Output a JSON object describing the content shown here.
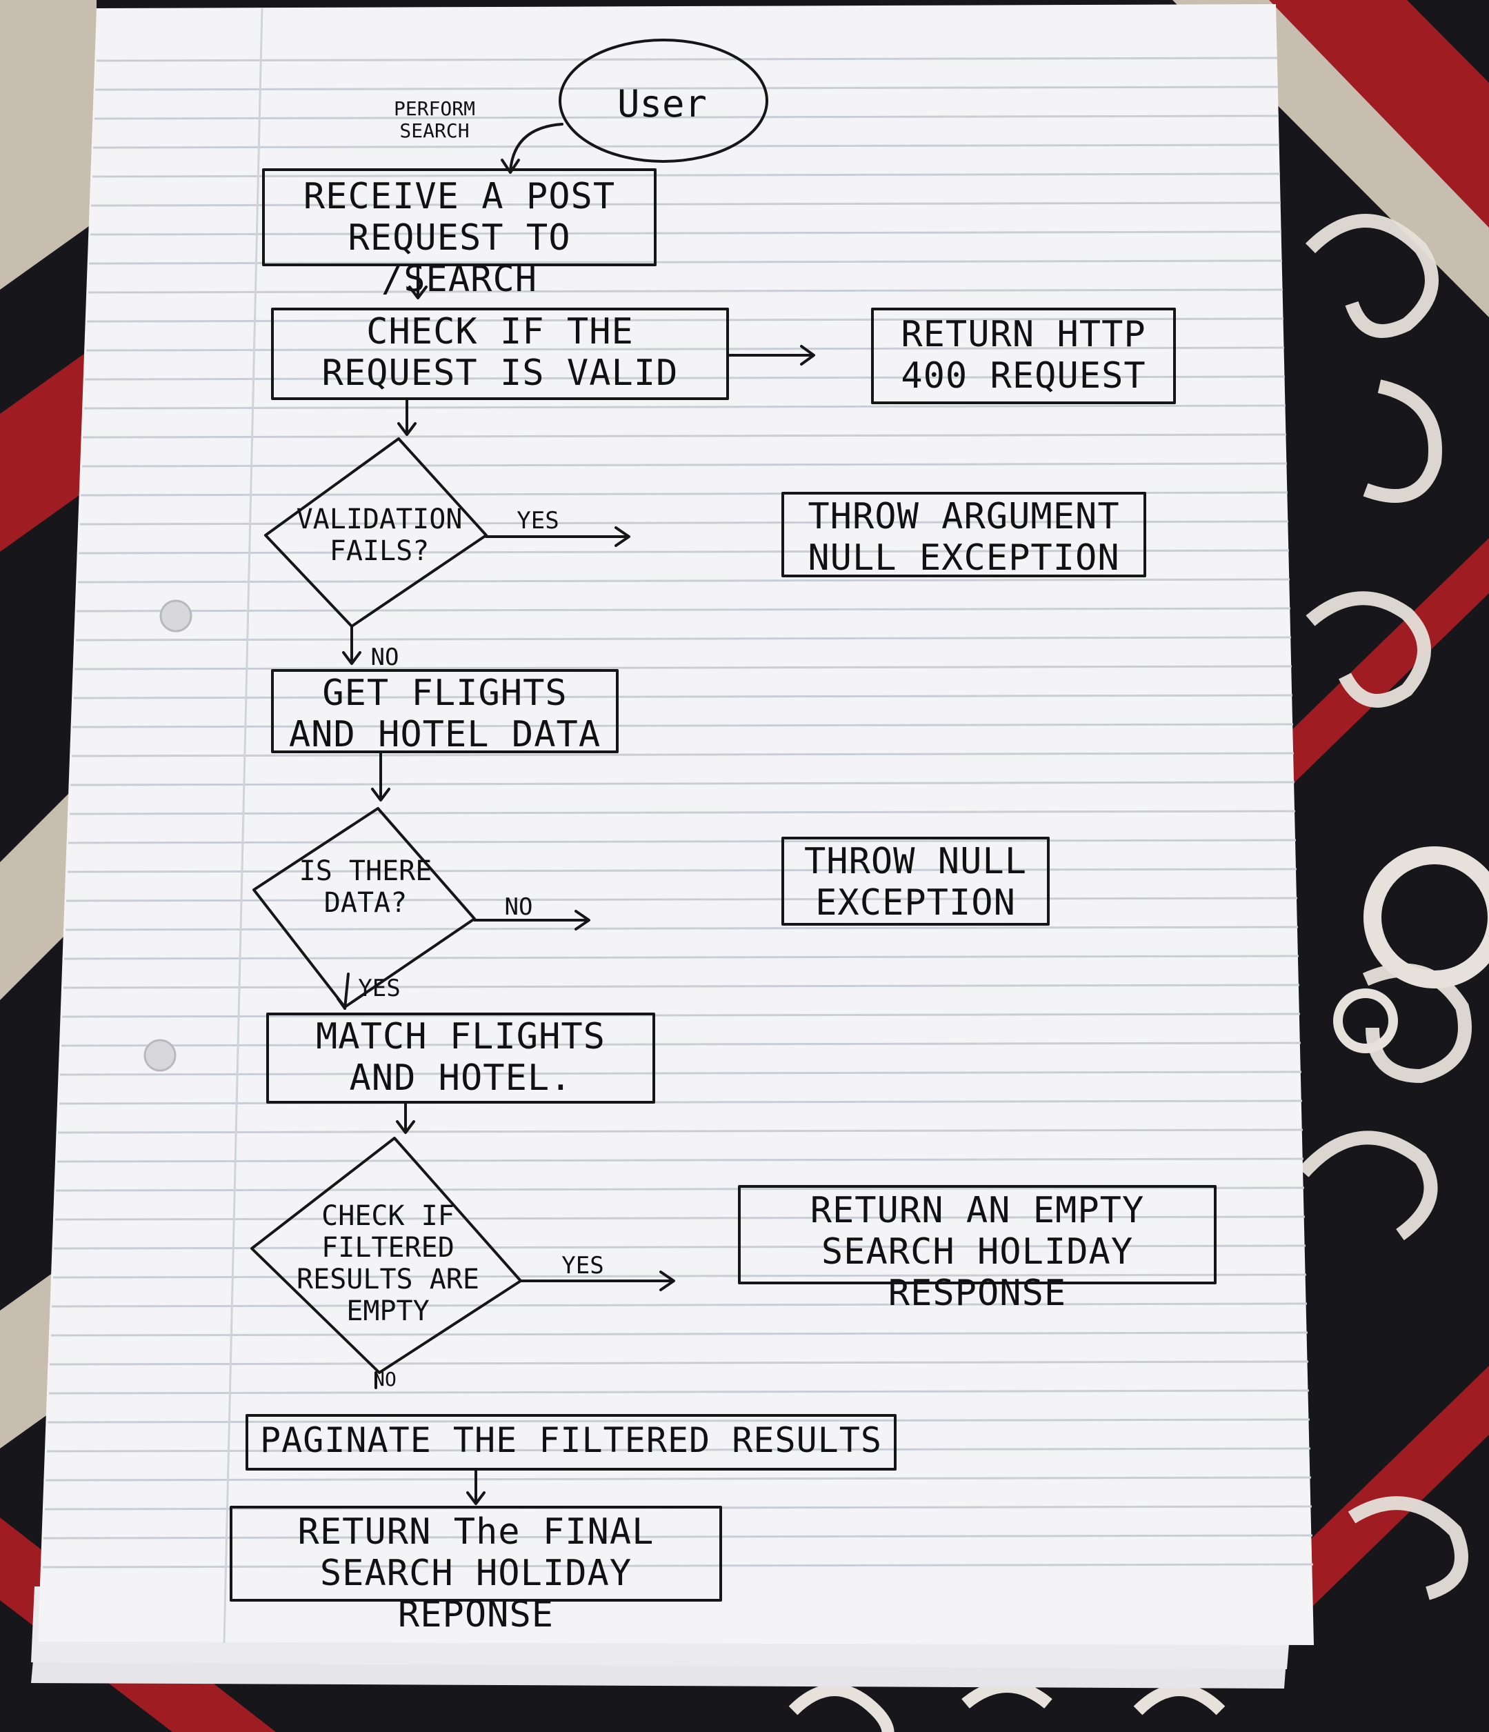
{
  "diagram": {
    "start_node": "User",
    "start_arrow_label": "PERFORM SEARCH",
    "steps": {
      "receive": "RECEIVE A POST REQUEST TO /SEARCH",
      "check_valid": "CHECK IF THE REQUEST IS VALID",
      "return_400": "RETURN HTTP 400 REQUEST",
      "validation_fails": "VALIDATION FAILS?",
      "throw_arg_null": "THROW ARGUMENT NULL EXCEPTION",
      "get_data": "GET FLIGHTS AND HOTEL DATA",
      "is_there_data": "IS THERE DATA?",
      "throw_null": "THROW NULL EXCEPTION",
      "match": "MATCH FLIGHTS AND HOTEL.",
      "check_empty": "CHECK IF FILTERED RESULTS ARE EMPTY",
      "return_empty": "RETURN AN EMPTY SEARCH HOLIDAY RESPONSE",
      "paginate": "PAGINATE THE FILTERED RESULTS",
      "return_final": "RETURN The FINAL SEARCH HOLIDAY REPONSE"
    },
    "edge_labels": {
      "validation_yes": "YES",
      "validation_no": "NO",
      "data_no": "NO",
      "data_yes": "YES",
      "empty_yes": "YES",
      "empty_no": "NO"
    }
  },
  "colors": {
    "paper": "#f4f4f6",
    "rule_line": "#c9cdd6",
    "margin_line": "#cfd3da",
    "ink": "#161616",
    "fabric_dark": "#15151a",
    "fabric_red": "#9e1b22",
    "fabric_beige": "#c9c0b2",
    "fabric_pattern": "#e8e4de"
  }
}
